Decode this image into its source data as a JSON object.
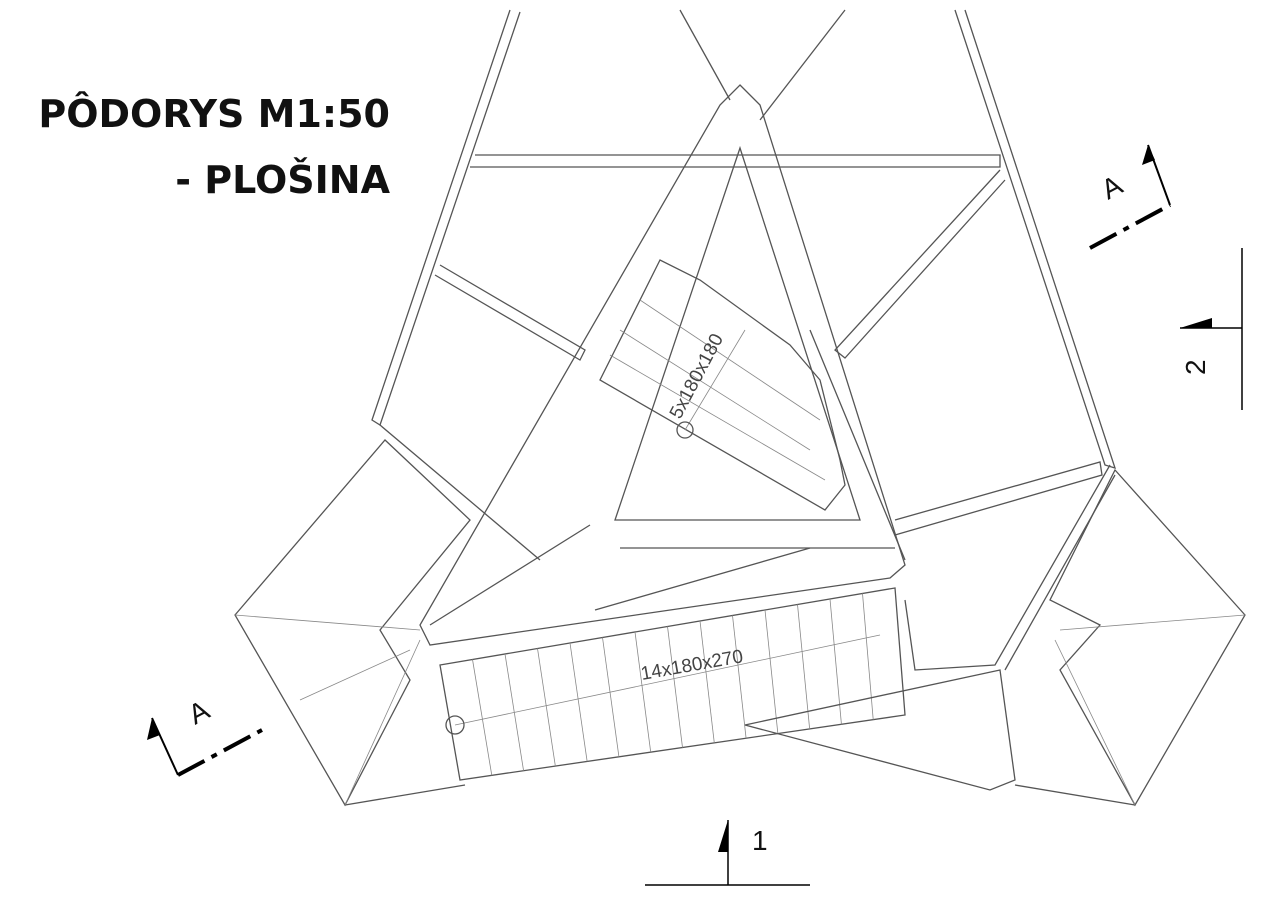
{
  "title": {
    "line1": "PÔDORYS M1:50",
    "line2": "- PLOŠINA"
  },
  "section_markers": {
    "top_right": "A",
    "bottom_left": "A"
  },
  "view_markers": {
    "right": "2",
    "bottom": "1"
  },
  "stair_labels": {
    "upper": "5x180x180",
    "lower": "14x180x270"
  }
}
